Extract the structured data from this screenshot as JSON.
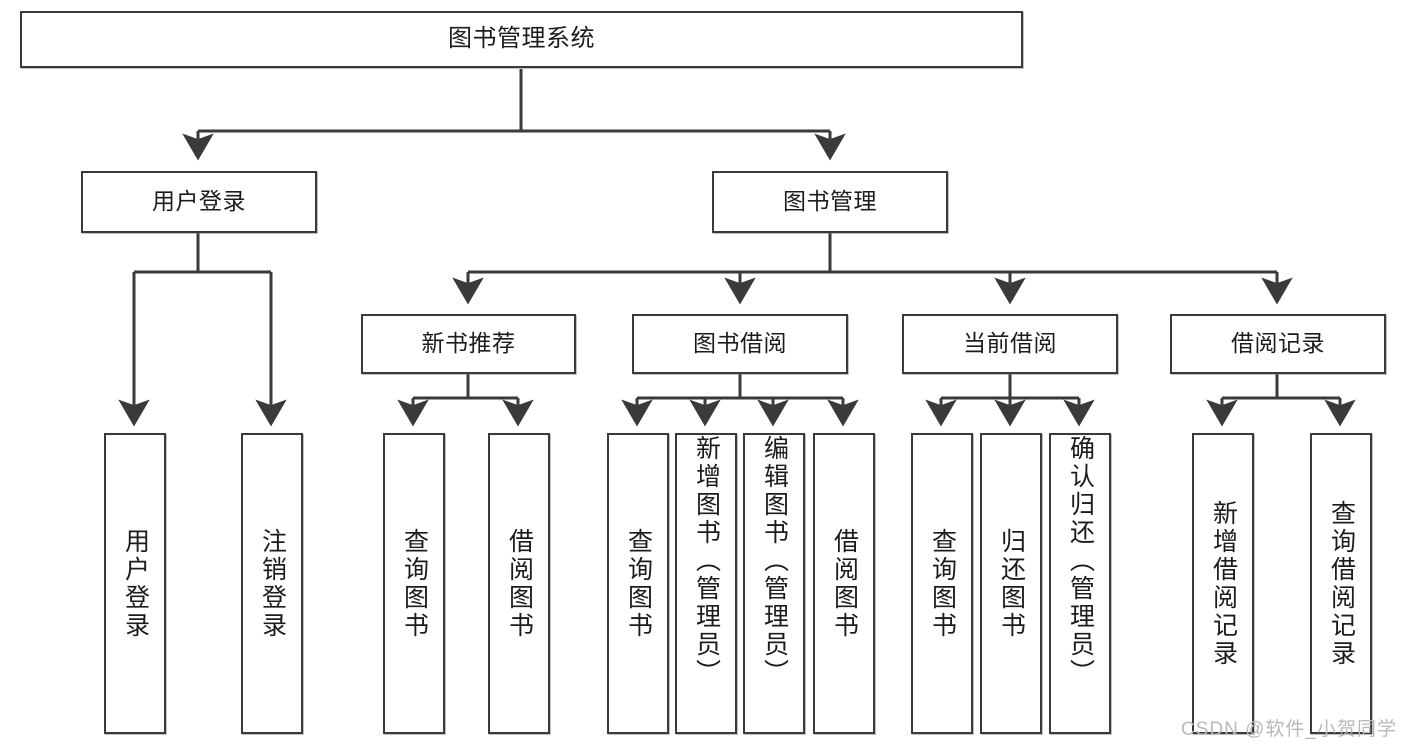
{
  "diagram": {
    "title": "图书管理系统",
    "type": "tree",
    "watermark": "CSDN @软件_小贺同学",
    "colors": {
      "stroke": "#3a3a3a",
      "text": "#1c1c1c",
      "background": "#ffffff",
      "watermark": "#b9b9b9"
    },
    "nodes": {
      "root": {
        "label": "图书管理系统",
        "level": 1
      },
      "l2": [
        {
          "id": "user-login",
          "label": "用户登录",
          "level": 2
        },
        {
          "id": "book-manage",
          "label": "图书管理",
          "level": 2
        }
      ],
      "l3": [
        {
          "id": "new-book-recommend",
          "label": "新书推荐",
          "level": 3,
          "parent": "book-manage"
        },
        {
          "id": "book-borrow",
          "label": "图书借阅",
          "level": 3,
          "parent": "book-manage"
        },
        {
          "id": "current-borrow",
          "label": "当前借阅",
          "level": 3,
          "parent": "book-manage"
        },
        {
          "id": "borrow-record",
          "label": "借阅记录",
          "level": 3,
          "parent": "book-manage"
        }
      ],
      "leaves": [
        {
          "id": "leaf-user-login",
          "label": "用户登录",
          "parent": "user-login"
        },
        {
          "id": "leaf-user-logout",
          "label": "注销登录",
          "parent": "user-login"
        },
        {
          "id": "leaf-query-book-1",
          "label": "查询图书",
          "parent": "new-book-recommend"
        },
        {
          "id": "leaf-borrow-book-1",
          "label": "借阅图书",
          "parent": "new-book-recommend"
        },
        {
          "id": "leaf-query-book-2",
          "label": "查询图书",
          "parent": "book-borrow"
        },
        {
          "id": "leaf-add-book",
          "label": "新增图书（管理员）",
          "parent": "book-borrow"
        },
        {
          "id": "leaf-edit-book",
          "label": "编辑图书（管理员）",
          "parent": "book-borrow"
        },
        {
          "id": "leaf-borrow-book-2",
          "label": "借阅图书",
          "parent": "book-borrow"
        },
        {
          "id": "leaf-query-book-3",
          "label": "查询图书",
          "parent": "current-borrow"
        },
        {
          "id": "leaf-return-book",
          "label": "归还图书",
          "parent": "current-borrow"
        },
        {
          "id": "leaf-confirm-return",
          "label": "确认归还（管理员）",
          "parent": "current-borrow"
        },
        {
          "id": "leaf-add-record",
          "label": "新增借阅记录",
          "parent": "borrow-record"
        },
        {
          "id": "leaf-query-record",
          "label": "查询借阅记录",
          "parent": "borrow-record"
        }
      ]
    }
  }
}
